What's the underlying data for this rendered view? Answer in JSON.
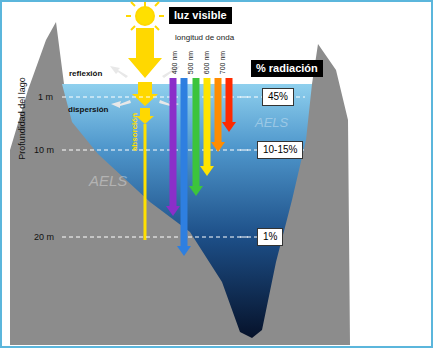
{
  "diagram": {
    "nodes": [
      {
        "text": [
          "luz visible"
        ]
      },
      {
        "text": [
          "% radiación"
        ]
      },
      {
        "text": [
          "45%"
        ]
      },
      {
        "text": [
          "10-15%"
        ]
      },
      {
        "text": [
          "1%"
        ]
      }
    ],
    "labels": [
      "longitud de onda",
      "400 nm",
      "500 nm",
      "600 nm",
      "700 nm",
      "reflexión",
      "dispersión",
      "absorción",
      "Profundidad del lago",
      "1 m",
      "10 m",
      "20 m",
      "AELS",
      "AELS"
    ]
  }
}
